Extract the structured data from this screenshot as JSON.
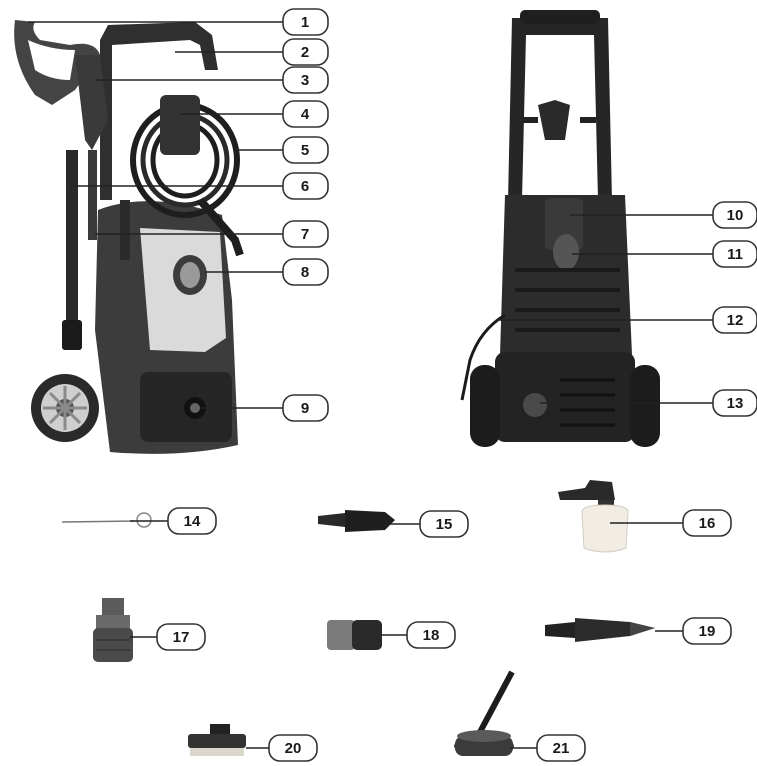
{
  "diagram": {
    "views": [
      "front-view",
      "rear-view",
      "accessories"
    ],
    "callouts": [
      {
        "number": "1"
      },
      {
        "number": "2"
      },
      {
        "number": "3"
      },
      {
        "number": "4"
      },
      {
        "number": "5"
      },
      {
        "number": "6"
      },
      {
        "number": "7"
      },
      {
        "number": "8"
      },
      {
        "number": "9"
      },
      {
        "number": "10"
      },
      {
        "number": "11"
      },
      {
        "number": "12"
      },
      {
        "number": "13"
      },
      {
        "number": "14"
      },
      {
        "number": "15"
      },
      {
        "number": "16"
      },
      {
        "number": "17"
      },
      {
        "number": "18"
      },
      {
        "number": "19"
      },
      {
        "number": "20"
      },
      {
        "number": "21"
      }
    ],
    "colors": {
      "body_dark": "#3a3a3a",
      "body_black": "#1e1e1e",
      "panel_light": "#dcdcdc",
      "bottle": "#f3eee6",
      "line": "#222222",
      "box_border": "#333333"
    }
  }
}
